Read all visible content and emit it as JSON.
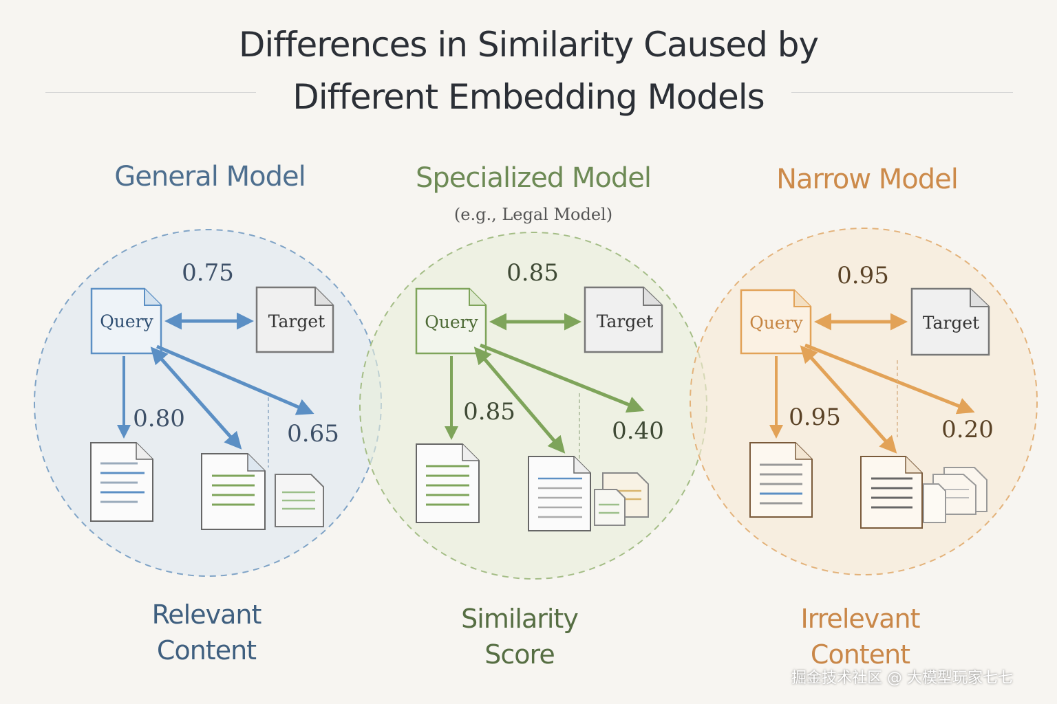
{
  "title": {
    "line1": "Differences in Similarity Caused by",
    "line2": "Different Embedding Models"
  },
  "colors": {
    "general": "#5b8fc4",
    "specialized": "#7ea45a",
    "narrow": "#e2a257"
  },
  "models": [
    {
      "name": "General Model",
      "subtitle": "",
      "query": "Query",
      "target": "Target",
      "score_target": "0.75",
      "score_left": "0.80",
      "score_right": "0.65",
      "footer": [
        "Relevant",
        "Content"
      ]
    },
    {
      "name": "Specialized Model",
      "subtitle": "(e.g., Legal Model)",
      "query": "Query",
      "target": "Target",
      "score_target": "0.85",
      "score_left": "0.85",
      "score_right": "0.40",
      "footer": [
        "Similarity",
        "Score"
      ]
    },
    {
      "name": "Narrow Model",
      "subtitle": "",
      "query": "Query",
      "target": "Target",
      "score_target": "0.95",
      "score_left": "0.95",
      "score_right": "0.20",
      "footer": [
        "Irrelevant",
        "Content"
      ]
    }
  ],
  "watermark": "掘金技术社区 @ 大模型玩家七七"
}
